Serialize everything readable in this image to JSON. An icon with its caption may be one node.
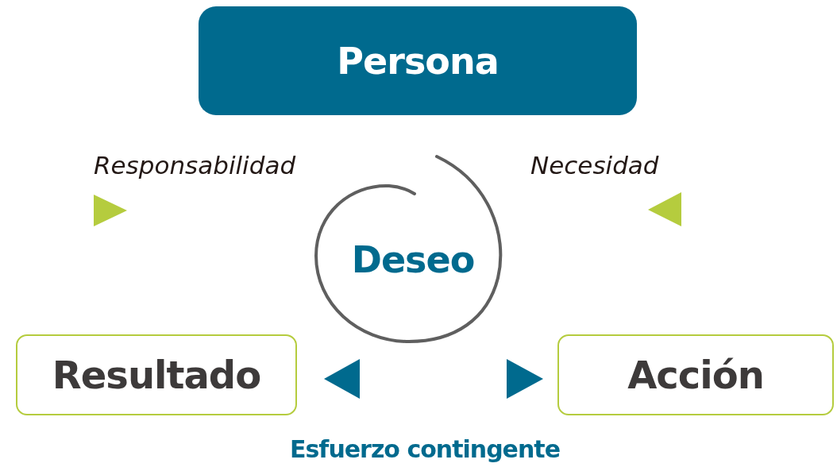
{
  "diagram": {
    "nodes": [
      {
        "text": [
          "Persona"
        ]
      },
      {
        "text": [
          "Deseo"
        ]
      },
      {
        "text": [
          "Resultado"
        ]
      },
      {
        "text": [
          "Acción"
        ]
      }
    ],
    "edges": [
      {
        "from": 1,
        "to": 2,
        "arrow": "to"
      },
      {
        "from": 1,
        "to": 3,
        "arrow": "to"
      }
    ],
    "labels": [
      "Responsabilidad",
      "Necesidad",
      "Esfuerzo contingente"
    ]
  }
}
